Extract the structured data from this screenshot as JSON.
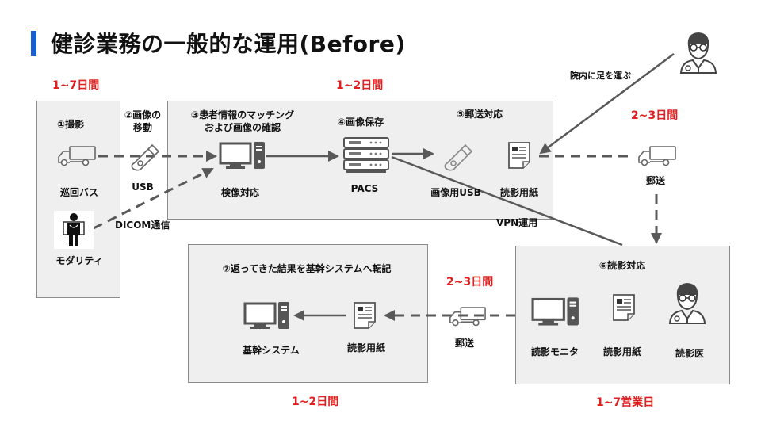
{
  "title": "健診業務の一般的な運用(Before)",
  "accent_color": "#1a5fd1",
  "duration_color": "#e02020",
  "durations": {
    "shooting": "1~7日間",
    "storage": "1~2日間",
    "mail_to_reader": "2~3日間",
    "mail_back": "2~3日間",
    "transcription": "1~2日間",
    "reading": "1~7営業日"
  },
  "steps": {
    "step1": {
      "title": "①撮影",
      "items": [
        "巡回バス",
        "モダリティ"
      ]
    },
    "step2": {
      "title_line1": "②画像の",
      "title_line2": "移動",
      "items": [
        "USB"
      ]
    },
    "step3": {
      "title_line1": "③患者情報のマッチング",
      "title_line2": "および画像の確認",
      "items": [
        "検像対応"
      ]
    },
    "step4": {
      "title": "④画像保存",
      "items": [
        "PACS"
      ]
    },
    "step5": {
      "title": "⑤郵送対応",
      "items": [
        "画像用USB",
        "読影用紙"
      ]
    },
    "step6": {
      "title": "⑥読影対応",
      "items": [
        "読影モニタ",
        "読影用紙",
        "読影医"
      ]
    },
    "step7": {
      "title": "⑦返ってきた結果を基幹システムへ転記",
      "items": [
        "基幹システム",
        "読影用紙"
      ]
    }
  },
  "connectors": {
    "dicom": "DICOM通信",
    "vpn": "VPN運用",
    "visit": "院内に足を運ぶ",
    "mail_out": "郵送",
    "mail_back": "郵送"
  },
  "icons": {
    "truck": "truck-icon",
    "usb": "usb-drive-icon",
    "modality": "xray-patient-icon",
    "computer": "desktop-computer-icon",
    "server": "server-rack-icon",
    "paper": "document-icon",
    "doctor": "doctor-icon"
  }
}
